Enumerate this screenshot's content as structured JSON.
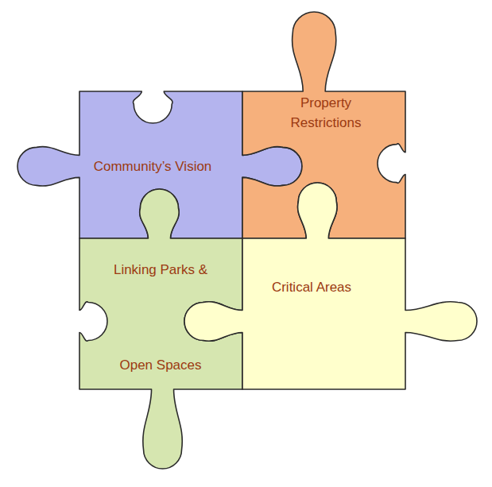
{
  "diagram": {
    "nodes": [
      {
        "text": [
          "Community’s Vision"
        ]
      },
      {
        "text": [
          "Property Restrictions"
        ]
      },
      {
        "text": [
          "Linking Parks & Open Spaces"
        ]
      },
      {
        "text": [
          "Critical Areas"
        ]
      }
    ]
  }
}
